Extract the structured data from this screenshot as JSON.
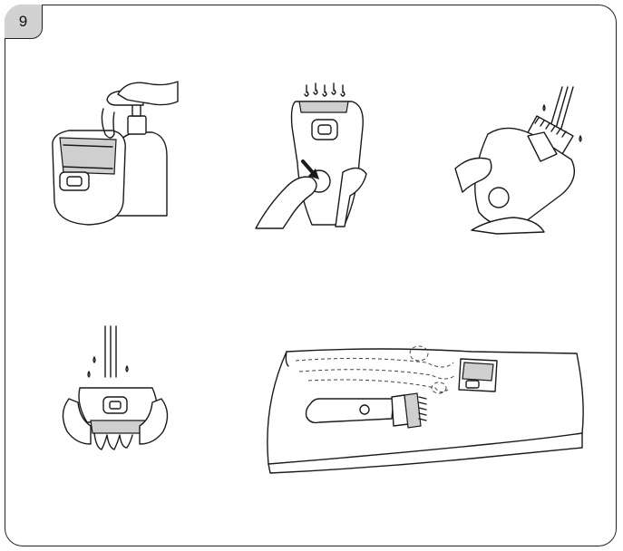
{
  "step": {
    "number": "9"
  },
  "panels": [
    {
      "id": "apply-soap"
    },
    {
      "id": "press-release-button"
    },
    {
      "id": "rinse-trimmer-head"
    },
    {
      "id": "rinse-shaver-head"
    },
    {
      "id": "dry-on-towel"
    }
  ]
}
